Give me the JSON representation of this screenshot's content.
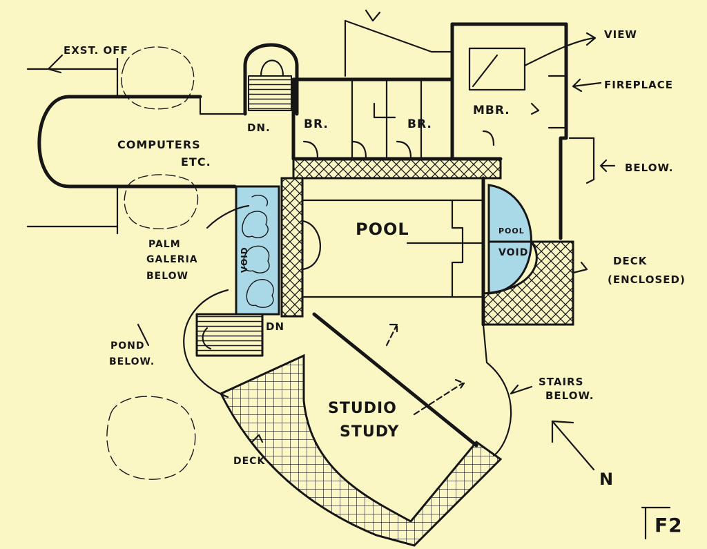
{
  "colors": {
    "paper": "#fbf7c4",
    "ink": "#161616",
    "water": "#a9d8e6"
  },
  "labels": {
    "exst_off": "EXST. OFF",
    "view": "VIEW",
    "fireplace": "FIREPLACE",
    "computers_1": "COMPUTERS",
    "computers_2": "ETC.",
    "dn_top": "DN.",
    "br_1": "BR.",
    "br_2": "BR.",
    "mbr": "MBR.",
    "below_right": "BELOW.",
    "pool": "POOL",
    "pool_void_1": "POOL",
    "pool_void_2": "VOID",
    "palm_galeria_1": "PALM",
    "palm_galeria_2": "GALERIA",
    "palm_galeria_3": "BELOW",
    "void_left": "VOID",
    "deck_enclosed_1": "DECK",
    "deck_enclosed_2": "(ENCLOSED)",
    "pond_below_1": "POND",
    "pond_below_2": "BELOW.",
    "dn_bottom": "DN",
    "studio_study_1": "STUDIO",
    "studio_study_2": "STUDY",
    "stairs_below_1": "STAIRS",
    "stairs_below_2": "BELOW.",
    "deck": "DECK",
    "north": "N",
    "sheet_number": "F2"
  }
}
